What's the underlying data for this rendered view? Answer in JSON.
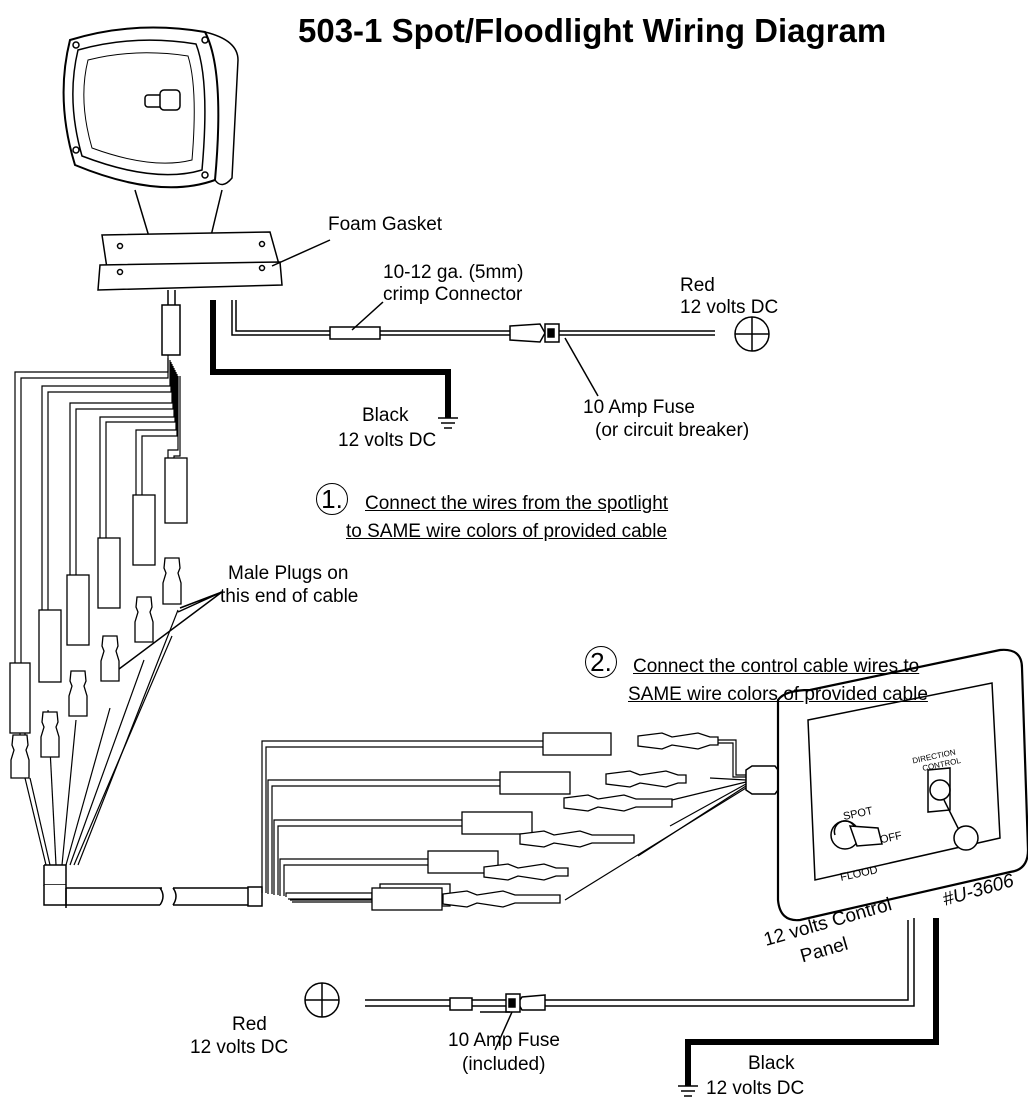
{
  "title": "503-1 Spot/Floodlight Wiring Diagram",
  "labels": {
    "foam_gasket": "Foam Gasket",
    "connector_line1": "10-12 ga. (5mm)",
    "connector_line2": "crimp Connector",
    "red_top_line1": "Red",
    "red_top_line2": "12 volts DC",
    "black_top_line1": "Black",
    "black_top_line2": "12 volts DC",
    "fuse_top_line1": "10 Amp Fuse",
    "fuse_top_line2": "(or circuit breaker)",
    "male_plugs_line1": "Male Plugs on",
    "male_plugs_line2": "this end of cable",
    "panel_label_line1": "12 volts Control",
    "panel_label_line2": "Panel",
    "panel_model": "#U-3606",
    "red_bottom_line1": "Red",
    "red_bottom_line2": "12 volts DC",
    "fuse_bottom_line1": "10 Amp Fuse",
    "fuse_bottom_line2": "(included)",
    "black_bottom_line1": "Black",
    "black_bottom_line2": "12 volts DC"
  },
  "steps": [
    {
      "number": "1.",
      "line1": "Connect the wires from the spotlight",
      "line2": "to SAME wire colors of provided cable"
    },
    {
      "number": "2.",
      "line1": "Connect the control cable wires to",
      "line2": "SAME wire colors of provided cable"
    }
  ],
  "panel_text": {
    "spot": "SPOT",
    "flood": "FLOOD",
    "off": "OFF",
    "direction_line1": "DIRECTION",
    "direction_line2": "CONTROL"
  }
}
